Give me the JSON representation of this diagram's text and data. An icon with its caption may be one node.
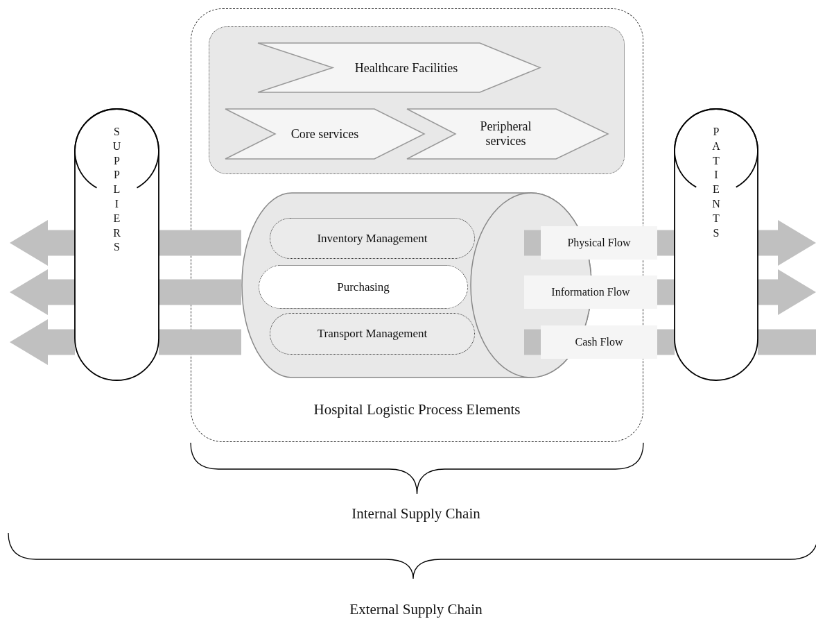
{
  "diagram": {
    "nodes": [
      {
        "text": [
          "Hospital Logistic Process Elements"
        ]
      },
      {
        "text": [],
        "shape": "box",
        "in": 0
      },
      {
        "text": [
          "Healthcare Facilities"
        ],
        "in": 1
      },
      {
        "text": [
          "Core services"
        ],
        "in": 1
      },
      {
        "text": [
          "Peripheral services"
        ],
        "in": 1
      },
      {
        "text": [],
        "shape": "cylinder",
        "in": 0
      },
      {
        "text": [
          "Inventory Management"
        ],
        "in": 5
      },
      {
        "text": [
          "Purchasing"
        ],
        "in": 5
      },
      {
        "text": [
          "Transport Management"
        ],
        "in": 5
      },
      {
        "text": [
          "SUPPLIERS"
        ]
      },
      {
        "text": [
          "PATIENTS"
        ]
      }
    ],
    "edges": [
      {
        "from": 5,
        "to": 9,
        "arrow": "none"
      },
      {
        "from": 5,
        "to": 9,
        "arrow": "none"
      },
      {
        "from": 5,
        "to": 9,
        "arrow": "none"
      },
      {
        "from": 9,
        "to": null,
        "arrow": "to"
      },
      {
        "from": 9,
        "to": null,
        "arrow": "to"
      },
      {
        "from": 9,
        "to": null,
        "arrow": "to"
      },
      {
        "from": 5,
        "to": 10,
        "label": "Physical Flow",
        "arrow": "none"
      },
      {
        "from": 5,
        "to": 10,
        "label": "Information Flow",
        "arrow": "none"
      },
      {
        "from": 5,
        "to": 10,
        "label": "Cash Flow",
        "arrow": "none"
      },
      {
        "from": 10,
        "to": null,
        "arrow": "to"
      },
      {
        "from": 10,
        "to": null,
        "arrow": "to"
      },
      {
        "from": 10,
        "to": null,
        "arrow": "none"
      }
    ],
    "labels": [
      "Internal Supply Chain",
      "External Supply Chain"
    ]
  }
}
